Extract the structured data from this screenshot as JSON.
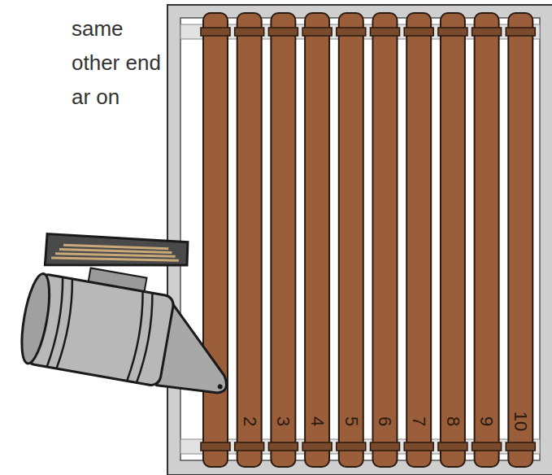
{
  "diagram": {
    "labels": [
      "same other end ar on",
      "2",
      "3",
      "4",
      "5",
      "6",
      "7",
      "8",
      "9",
      "10"
    ]
  }
}
